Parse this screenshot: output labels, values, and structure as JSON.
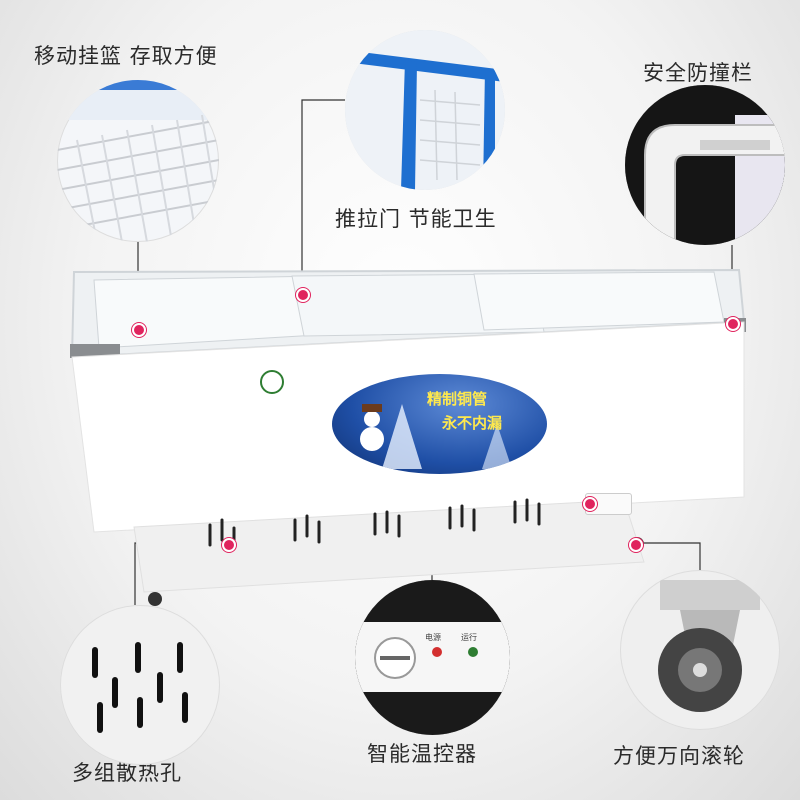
{
  "callouts": {
    "basket": "移动挂篮 存取方便",
    "sliding_door": "推拉门 节能卫生",
    "bumper": "安全防撞栏",
    "vents": "多组散热孔",
    "thermostat": "智能温控器",
    "casters": "方便万向滚轮"
  },
  "banner": {
    "line1": "精制铜管",
    "line2": "永不内漏"
  },
  "control_panel": {
    "power_label": "电源",
    "run_label": "运行"
  },
  "colors": {
    "accent_dot": "#e0245e",
    "door_frame_blue": "#1e6fd0",
    "banner_blue": "#1f4fa6"
  }
}
